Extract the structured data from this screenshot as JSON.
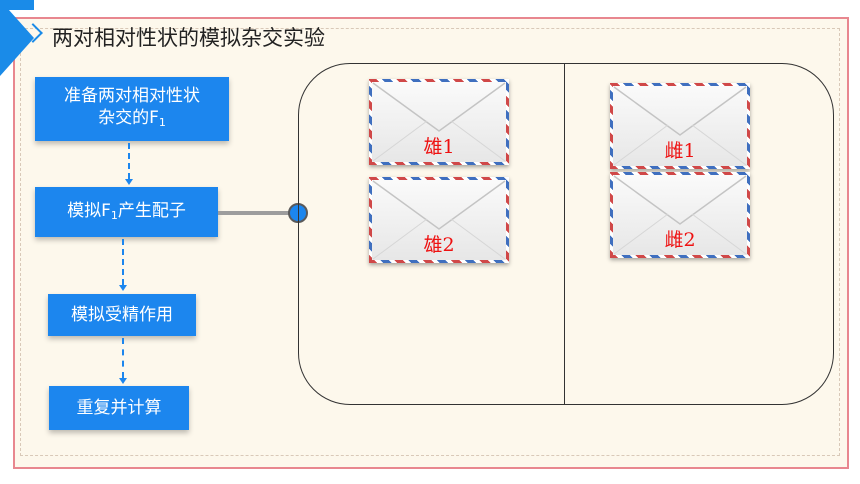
{
  "header": {
    "title": "两对相对性状的模拟杂交实验"
  },
  "steps": [
    {
      "label": "准备两对相对性状",
      "label2": "杂交的F",
      "sub": "1"
    },
    {
      "label": "模拟F",
      "sub": "1",
      "label2": "产生配子"
    },
    {
      "label": "模拟受精作用"
    },
    {
      "label": "重复并计算"
    }
  ],
  "envelopes": {
    "male": [
      "雄1",
      "雄2"
    ],
    "female": [
      "雌1",
      "雌2"
    ]
  },
  "colors": {
    "accent": "#1c86ee",
    "frame": "#e8878f",
    "label_red": "#ee1111"
  }
}
